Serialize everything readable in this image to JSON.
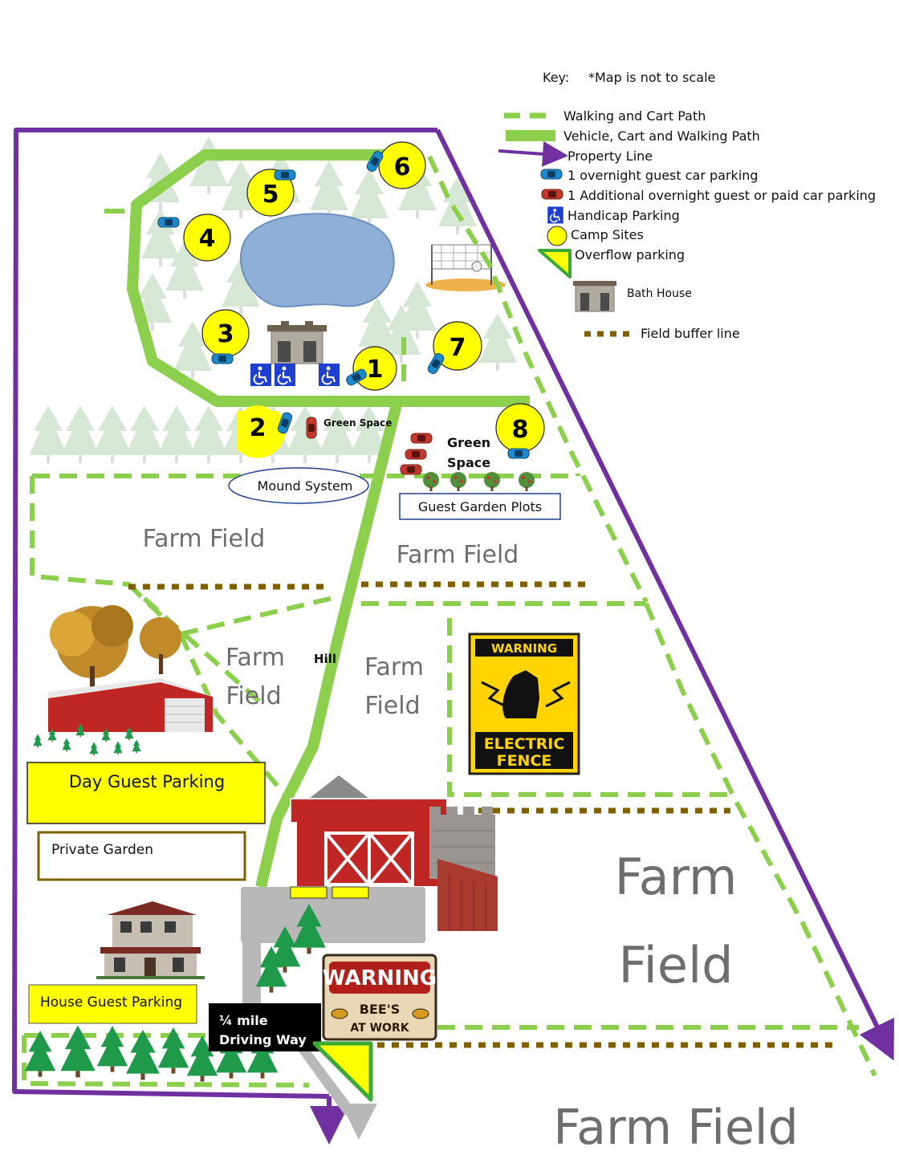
{
  "key": {
    "title": "Key:",
    "note": "*Map is not to scale",
    "items": {
      "walking_path": "Walking and Cart Path",
      "vehicle_path": "Vehicle, Cart and Walking Path",
      "property_line": "Property Line",
      "guest_parking": "1 overnight guest car parking",
      "additional_parking": "1 Additional overnight guest or paid car parking",
      "handicap": "Handicap Parking",
      "camp_sites": "Camp Sites",
      "overflow": "Overflow parking",
      "bath_house": "Bath House",
      "buffer": "Field buffer line"
    }
  },
  "camp_sites": [
    "1",
    "2",
    "3",
    "4",
    "5",
    "6",
    "7",
    "8"
  ],
  "labels": {
    "green_space_small": "Green Space",
    "green_space_line1": "Green",
    "green_space_line2": "Space",
    "mound_system": "Mound System",
    "guest_garden": "Guest Garden Plots",
    "farm_field": "Farm Field",
    "farm": "Farm",
    "field": "Field",
    "hill": "Hill",
    "day_parking": "Day Guest Parking",
    "private_garden": "Private Garden",
    "house_parking": "House Guest Parking",
    "driving_line1": "¼ mile",
    "driving_line2": "Driving Way"
  },
  "signs": {
    "electric_top": "WARNING",
    "electric_line1": "ELECTRIC",
    "electric_line2": "FENCE",
    "bees_top": "WARNING",
    "bees_line1": "BEE'S",
    "bees_line2": "AT WORK"
  },
  "colors": {
    "path_green": "#8ccf4d",
    "property_purple": "#7030a0",
    "buffer_brown": "#7f6000",
    "camp_yellow": "#ffff00",
    "car_blue": "#1e88c8",
    "car_red": "#c0392b",
    "handicap_blue": "#1f3fd1"
  }
}
